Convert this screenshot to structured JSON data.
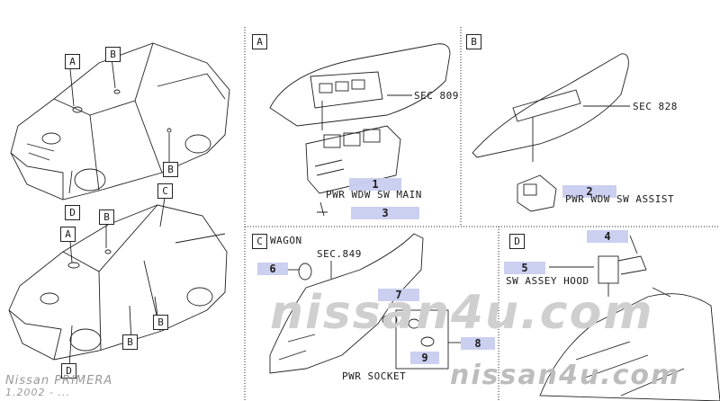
{
  "cars": {
    "sedan_labels": [
      "A",
      "B",
      "B",
      "D"
    ],
    "wagon_labels": [
      "A",
      "B",
      "C",
      "B",
      "B",
      "D"
    ]
  },
  "panel_a": {
    "tag": "A",
    "sec_ref": "SEC 809",
    "part_name": "PWR WDW SW MAIN",
    "callouts": [
      "1",
      "3"
    ]
  },
  "panel_b": {
    "tag": "B",
    "sec_ref": "SEC 828",
    "part_name": "PWR WDW SW ASSIST",
    "callouts": [
      "2"
    ]
  },
  "panel_c": {
    "tag": "C",
    "title": "WAGON",
    "sec_ref": "SEC.849",
    "part_name": "PWR SOCKET",
    "callouts": [
      "6",
      "7",
      "9",
      "8"
    ]
  },
  "panel_d": {
    "tag": "D",
    "part_name": "SW ASSEY HOOD",
    "callouts": [
      "4",
      "5"
    ]
  },
  "footer": {
    "brand": "Nissan PRIMERA",
    "date": "1.2002 - ..."
  },
  "watermark": "nissan4u.com",
  "colors": {
    "callout_bg": "#c9cdf0",
    "line": "#222222",
    "watermark": "#cfcfcf"
  }
}
